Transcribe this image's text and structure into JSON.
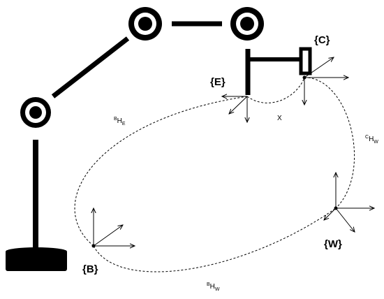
{
  "frames": {
    "base": "{B}",
    "end_effector": "{E}",
    "camera": "{C}",
    "world": "{W}"
  },
  "transforms": {
    "b_to_e": {
      "sup": "B",
      "base": "H",
      "sub": "E"
    },
    "c_to_w": {
      "sup": "C",
      "base": "H",
      "sub": "W"
    },
    "b_to_w": {
      "sup": "B",
      "base": "H",
      "sub": "W"
    },
    "e_to_c": {
      "base": "X"
    }
  }
}
